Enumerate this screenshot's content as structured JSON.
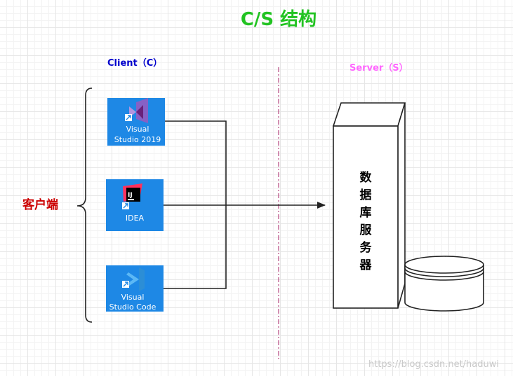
{
  "title": "C/S 结构",
  "client_header": "Client（C）",
  "server_header": "Server（S）",
  "clients_label": "客户端",
  "apps": [
    {
      "name": "visual-studio-2019",
      "line1": "Visual",
      "line2": "Studio 2019",
      "icon": "visual-studio-icon",
      "tile_color": "#1e88e5"
    },
    {
      "name": "idea",
      "line1": "IDEA",
      "line2": "",
      "icon": "intellij-idea-icon",
      "tile_color": "#1e88e5"
    },
    {
      "name": "visual-studio-code",
      "line1": "Visual",
      "line2": "Studio Code",
      "icon": "vscode-icon",
      "tile_color": "#1e88e5"
    }
  ],
  "db_server_label": [
    "数",
    "据",
    "库",
    "服",
    "务",
    "器"
  ],
  "watermark": "https://blog.csdn.net/haduwi",
  "colors": {
    "title": "#22c322",
    "client_header": "#0000cc",
    "server_header": "#ff66ff",
    "clients_label": "#cc0000",
    "divider": "#b5467f",
    "lines": "#222222"
  }
}
